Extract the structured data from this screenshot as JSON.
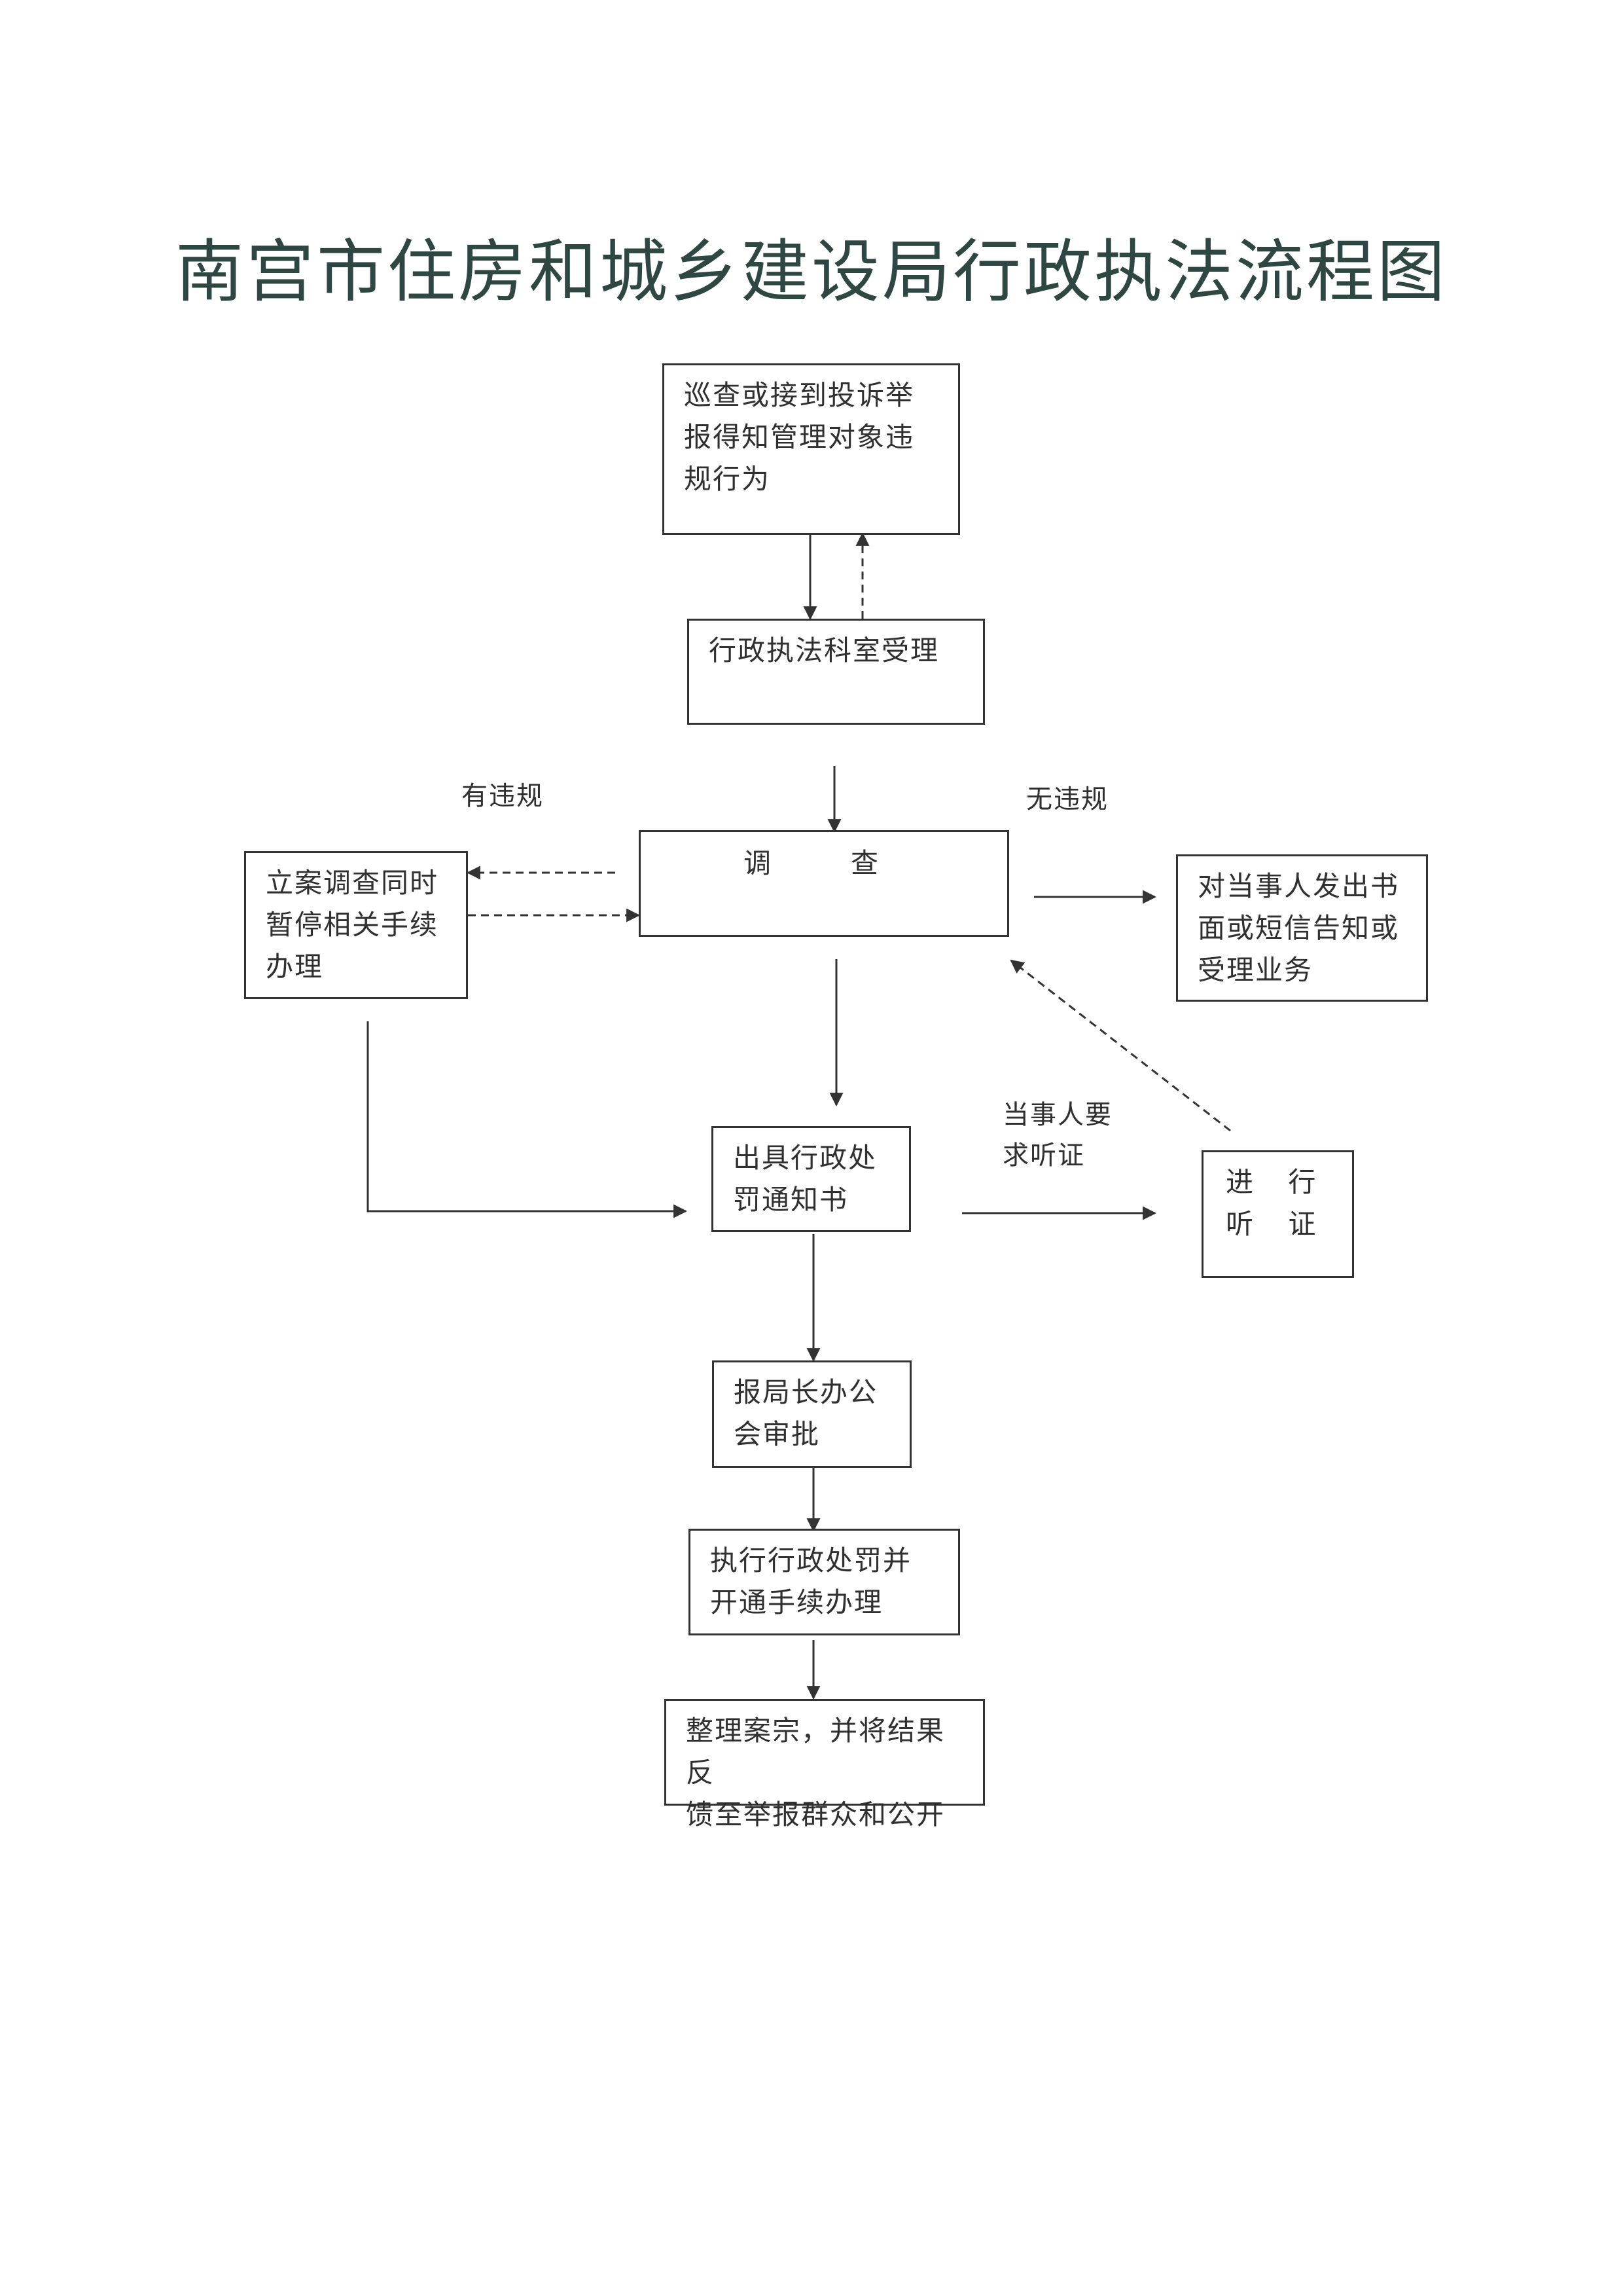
{
  "title": "南宫市住房和城乡建设局行政执法流程图",
  "nodes": {
    "patrol": "巡查或接到投诉举\n报得知管理对象违\n规行为",
    "accept": "行政执法科室受理",
    "survey": "调　查",
    "file_case": "立案调查同时\n暂停相关手续\n办理",
    "notify": "对当事人发出书\n面或短信告知或\n受理业务",
    "penalty_notice": "出具行政处\n罚通知书",
    "hearing": "进 行\n听 证",
    "director_approval": "报局长办公\n会审批",
    "execute": "执行行政处罚并\n开通手续办理",
    "archive": "整理案宗，并将结果反\n馈至举报群众和公开"
  },
  "edge_labels": {
    "violation": "有违规",
    "no_violation": "无违规",
    "request_hearing": "当事人要\n求听证"
  },
  "colors": {
    "title": "#2e4743",
    "line": "#333333"
  }
}
